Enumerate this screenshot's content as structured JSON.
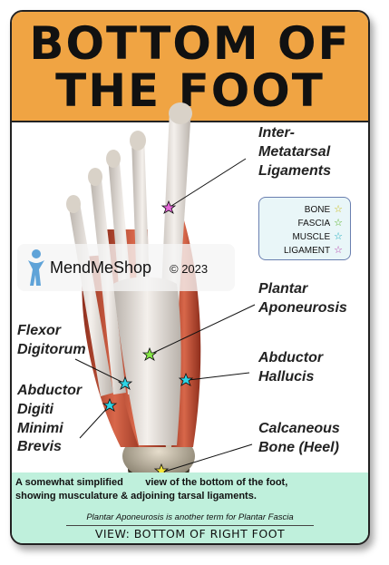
{
  "title": {
    "line1": "BOTTOM OF",
    "line2": "THE FOOT"
  },
  "labels": {
    "inter_metatarsal": [
      "Inter-",
      "Metatarsal",
      "Ligaments"
    ],
    "plantar_aponeurosis": [
      "Plantar",
      "Aponeurosis"
    ],
    "flexor_digitorum": [
      "Flexor",
      "Digitorum"
    ],
    "abductor_hallucis": [
      "Abductor",
      "Hallucis"
    ],
    "abductor_digiti": [
      "Abductor",
      "Digiti",
      "Minimi",
      "Brevis"
    ],
    "calcaneous": [
      "Calcaneous",
      "Bone (Heel)"
    ]
  },
  "legend": [
    {
      "label": "BONE",
      "color": "#f5e53a"
    },
    {
      "label": "FASCIA",
      "color": "#86e846"
    },
    {
      "label": "MUSCLE",
      "color": "#2ed5e6"
    },
    {
      "label": "LIGAMENT",
      "color": "#e565d8"
    }
  ],
  "watermark": {
    "brand": "MendMeShop",
    "copyright": "© 2023"
  },
  "footer": {
    "line1": "A somewhat simplified        view of the bottom of the foot,",
    "line2": "showing musculature & adjoining tarsal ligaments.",
    "note": "Plantar Aponeurosis is another term for Plantar Fascia",
    "view": "VIEW: BOTTOM OF RIGHT FOOT"
  },
  "colors": {
    "title_bg": "#f0a443",
    "footer_bg": "#bff0dc",
    "muscle": "#c9563a",
    "tendon": "#e8e2dc"
  }
}
